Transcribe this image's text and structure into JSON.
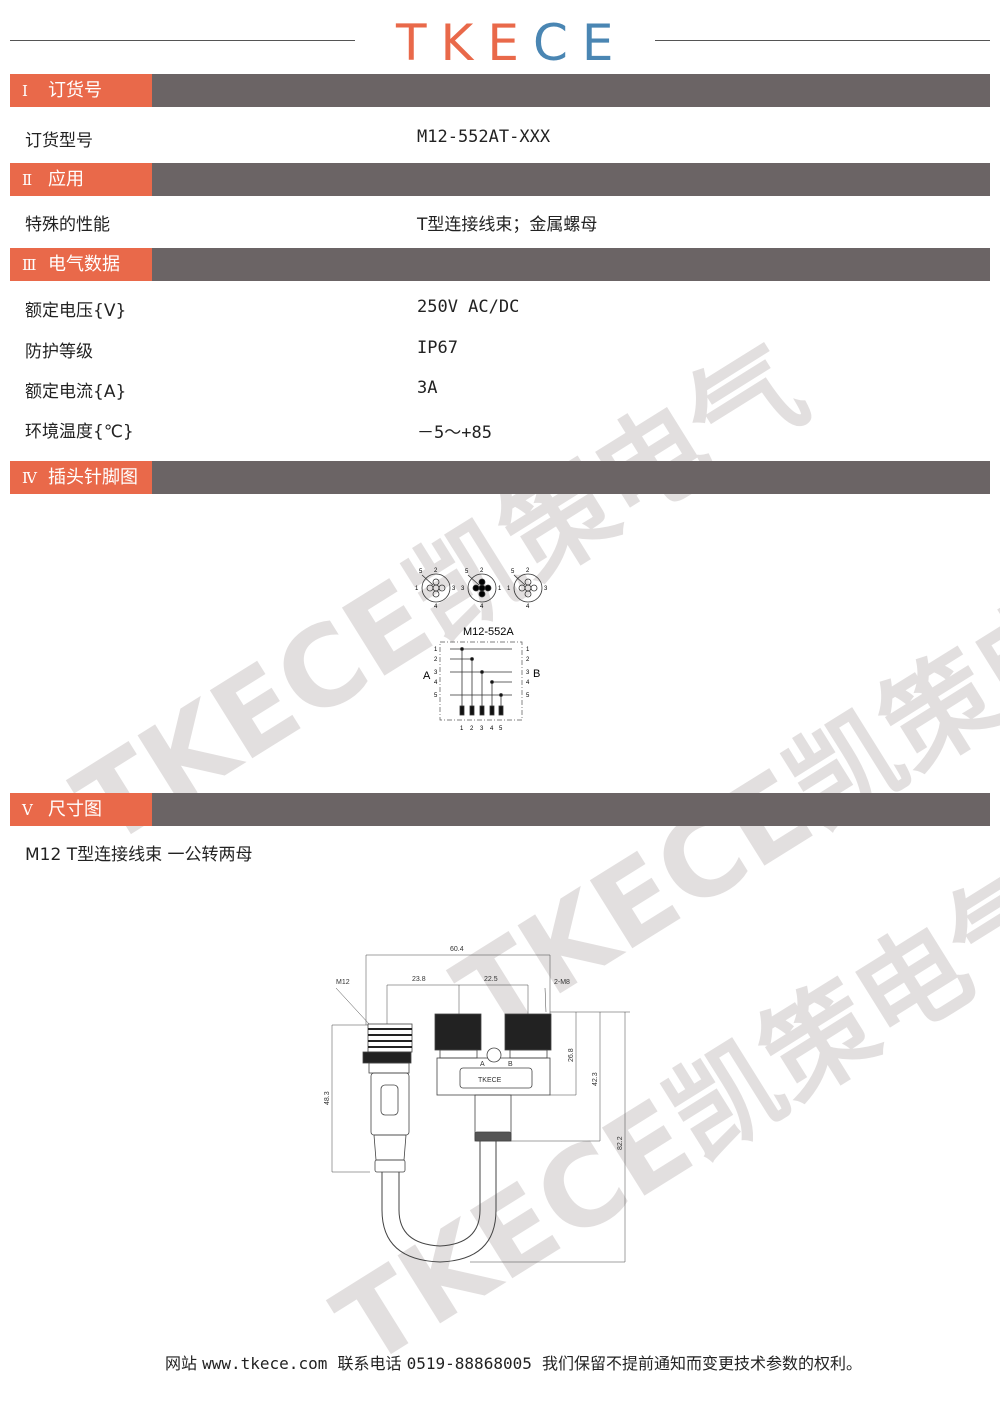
{
  "logo": {
    "t": "T",
    "k": "K",
    "e1": "E",
    "c": "C",
    "e2": "E",
    "colors": {
      "orange": "#e9694a",
      "blue": "#4a86b3"
    }
  },
  "watermark": "TKECE凯策电气",
  "sections": [
    {
      "num": "Ⅰ",
      "title": "订货号"
    },
    {
      "num": "Ⅱ",
      "title": "应用"
    },
    {
      "num": "Ⅲ",
      "title": "电气数据"
    },
    {
      "num": "Ⅳ",
      "title": "插头针脚图"
    },
    {
      "num": "Ⅴ",
      "title": "尺寸图"
    }
  ],
  "order": {
    "label": "订货型号",
    "value": "M12-552AT-XXX"
  },
  "application": {
    "label": "特殊的性能",
    "value": "T型连接线束；金属螺母"
  },
  "electrical": [
    {
      "label": "额定电压{V}",
      "value": "250V AC/DC"
    },
    {
      "label": "防护等级",
      "value": "IP67"
    },
    {
      "label": "额定电流{A}",
      "value": "3A"
    },
    {
      "label": "环境温度{℃}",
      "value": "－5～+85"
    }
  ],
  "pin_diagram": {
    "model": "M12-552A",
    "side_a": "A",
    "side_b": "B",
    "pins": [
      "1",
      "2",
      "3",
      "4",
      "5"
    ]
  },
  "dimension": {
    "caption": "M12 T型连接线束 一公转两母",
    "d_total_width": "60.4",
    "d_left": "23.8",
    "d_right": "22.5",
    "thread_left": "M12",
    "thread_right": "2-M8",
    "h_left": "48.3",
    "h_head": "26.8",
    "h_mid": "42.3",
    "h_total": "82.2",
    "brand": "TKECE",
    "port_a": "A",
    "port_b": "B"
  },
  "footer": {
    "site_label": "网站",
    "site": "www.tkece.com",
    "phone_label": "联系电话",
    "phone": "0519-88868005",
    "notice": "我们保留不提前通知而变更技术参数的权利。"
  }
}
